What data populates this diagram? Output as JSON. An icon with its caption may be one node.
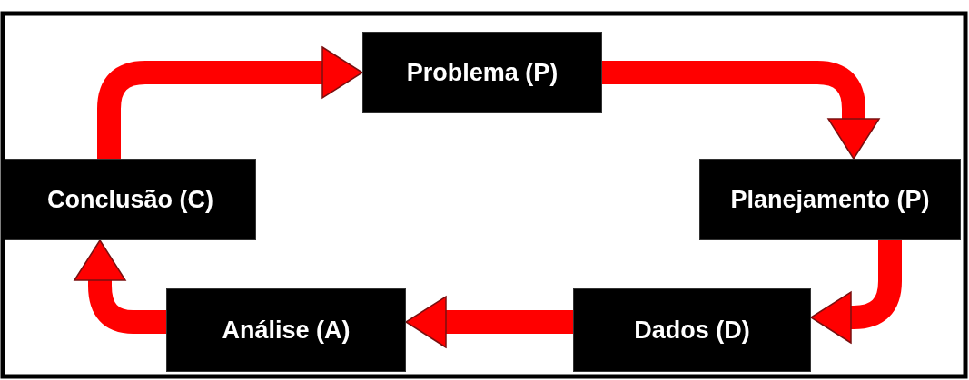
{
  "diagram": {
    "nodes": [
      {
        "text": [
          "Problema (P)"
        ]
      },
      {
        "text": [
          "Conclusão (C)"
        ]
      },
      {
        "text": [
          "Planejamento (P)"
        ]
      },
      {
        "text": [
          "Análise (A)"
        ]
      },
      {
        "text": [
          "Dados (D)"
        ]
      }
    ],
    "edges": [
      {
        "from": 1,
        "to": 0,
        "arrow": "to"
      },
      {
        "from": 0,
        "to": 2,
        "arrow": "to"
      },
      {
        "from": 2,
        "to": 4,
        "arrow": "to"
      },
      {
        "from": 4,
        "to": 3,
        "arrow": "to"
      },
      {
        "from": 3,
        "to": 1,
        "arrow": "to"
      }
    ]
  }
}
